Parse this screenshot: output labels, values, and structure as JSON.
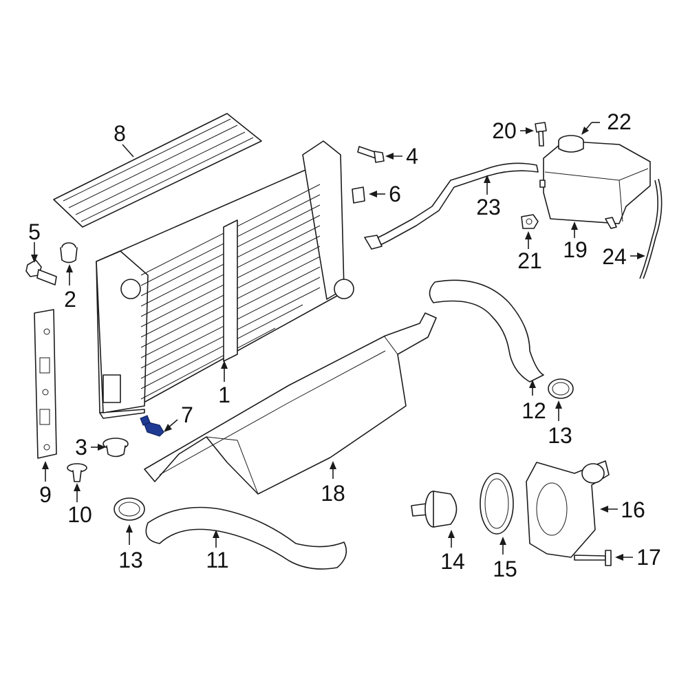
{
  "diagram": {
    "highlight_color": "#1f3a93",
    "line_color": "#1a1a1a",
    "highlighted_callout": "7",
    "callouts": {
      "c1": "1",
      "c2": "2",
      "c3": "3",
      "c4": "4",
      "c5": "5",
      "c6": "6",
      "c7": "7",
      "c8": "8",
      "c9": "9",
      "c10": "10",
      "c11": "11",
      "c12": "12",
      "c13a": "13",
      "c13b": "13",
      "c14": "14",
      "c15": "15",
      "c16": "16",
      "c17": "17",
      "c18": "18",
      "c19": "19",
      "c20": "20",
      "c21": "21",
      "c22": "22",
      "c23": "23",
      "c24": "24"
    }
  }
}
